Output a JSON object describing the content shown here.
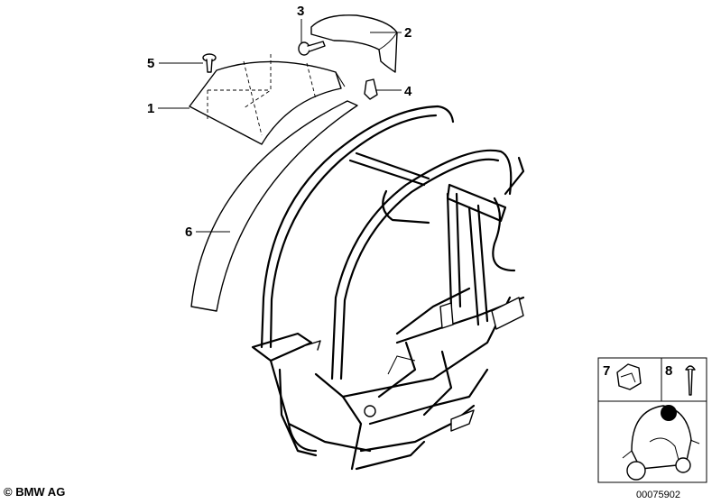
{
  "callouts": [
    {
      "id": "1",
      "label": "1"
    },
    {
      "id": "2",
      "label": "2"
    },
    {
      "id": "3",
      "label": "3"
    },
    {
      "id": "4",
      "label": "4"
    },
    {
      "id": "5",
      "label": "5"
    },
    {
      "id": "6",
      "label": "6"
    }
  ],
  "inset": {
    "items": [
      {
        "id": "7",
        "label": "7",
        "icon": "clip-icon"
      },
      {
        "id": "8",
        "label": "8",
        "icon": "rivet-icon"
      }
    ],
    "thumbnail_icon": "scooter-location-icon"
  },
  "footer": {
    "copyright": "© BMW AG",
    "diagram_id": "00075902"
  }
}
